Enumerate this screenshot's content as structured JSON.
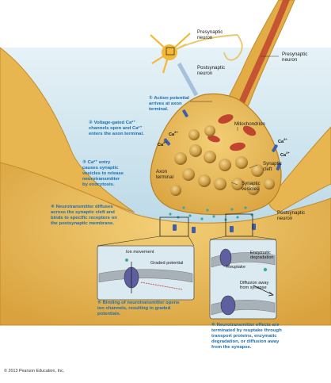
{
  "labels": {
    "presynaptic_neuron_top": "Presynaptic\nneuron",
    "postsynaptic_neuron_top": "Postsynaptic\nneuron",
    "presynaptic_neuron_right": "Presynaptic\nneuron",
    "mitochondrion": "Mitochondrion",
    "synaptic_cleft": "Synaptic\ncleft",
    "axon_terminal": "Axon\nterminal",
    "synaptic_vesicles": "Synaptic\nvesicles",
    "postsynaptic_neuron_right": "Postsynaptic\nneuron",
    "ion_movement": "Ion movement",
    "graded_potential": "Graded potential",
    "reuptake": "Reuptake",
    "enzymatic_degradation": "Enzymatic\ndegradation",
    "diffusion_away": "Diffusion away\nfrom synapse",
    "ca1": "Ca2+",
    "ca2": "Ca2+",
    "ca3": "Ca2+",
    "ca4": "Ca2+"
  },
  "steps": {
    "s1": "① Action potential\narrives at axon\nterminal.",
    "s2": "② Voltage-gated Ca²⁺\nchannels open and Ca²⁺\nenters the axon terminal.",
    "s3": "③ Ca²⁺ entry\ncauses synaptic\nvesicles to release\nneurotransmitter\nby exocytosis.",
    "s4": "④ Neurotransmitter diffuses\nacross the synaptic cleft and\nbinds to specific receptors on\nthe postsynaptic membrane.",
    "s5": "⑤ Binding of neurotransmitter opens\nion channels, resulting in graded\npotentials.",
    "s6": "⑥ Neurotransmitter effects are\nterminated by reuptake through\ntransport proteins, enzymatic\ndegradation, or diffusion away\nfrom the synapse."
  },
  "copyright": "© 2013 Pearson Education, Inc.",
  "colors": {
    "neuron": "#e6b64c",
    "neuron_dark": "#c48a2a",
    "cleft": "#cfe5ef",
    "vesicle": "#b88a3e",
    "vesicle_light": "#e7c27a",
    "mito": "#c0452f",
    "step_text": "#1d6fb0",
    "membrane": "#9aa0a6"
  }
}
